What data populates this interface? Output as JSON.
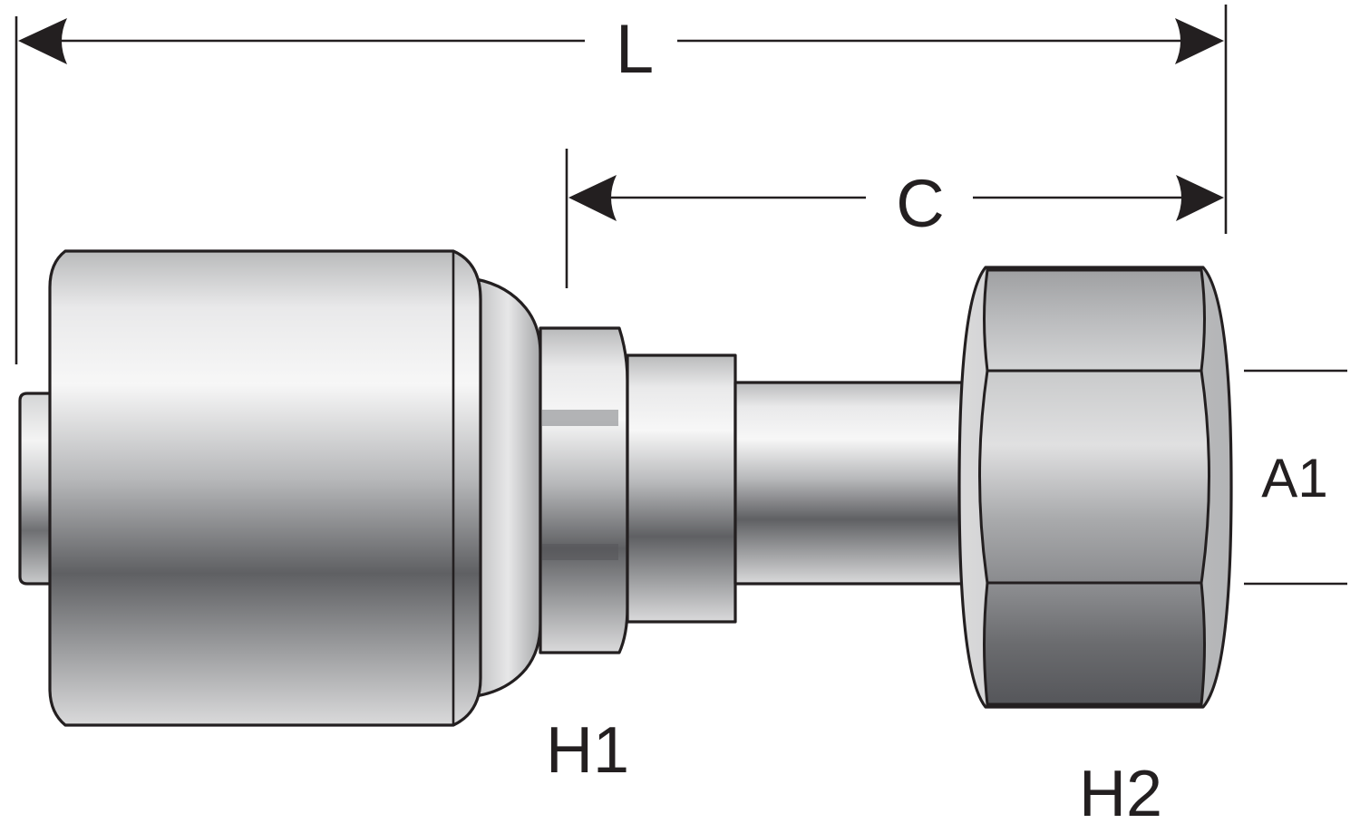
{
  "labels": {
    "overall_length": "L",
    "cutoff_length": "C",
    "hex_1": "H1",
    "hex_2": "H2",
    "thread": "A1"
  }
}
